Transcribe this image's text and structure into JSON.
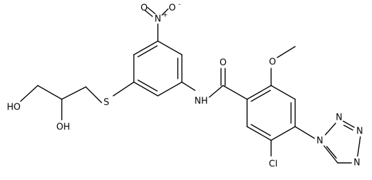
{
  "structure": {
    "labels": {
      "nitro_o_top": "O",
      "nitro_o_minus": "-",
      "nitro_n": "N",
      "nitro_n_plus": "+",
      "nitro_o_left": "O",
      "amide_o": "O",
      "methoxy_o": "O",
      "amide_nh": "NH",
      "thioether_s": "S",
      "ho_primary": "HO",
      "oh_secondary": "OH",
      "chloro": "Cl",
      "tetrazole_n1": "N",
      "tetrazole_n2": "N",
      "tetrazole_n3": "N",
      "tetrazole_n4": "N"
    }
  }
}
